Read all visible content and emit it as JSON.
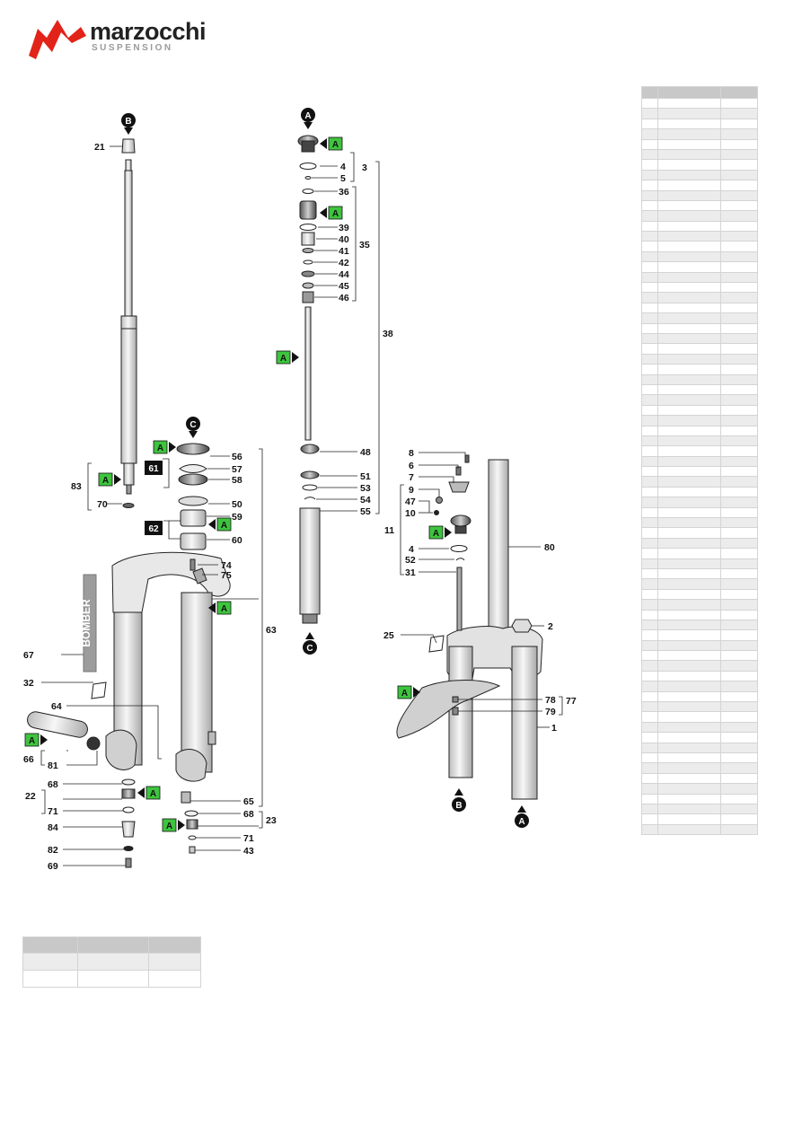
{
  "brand": {
    "name": "marzocchi",
    "subtitle": "SUSPENSION",
    "logo_color": "#e2231a"
  },
  "colors": {
    "badge_green": "#3ec43e",
    "badge_black": "#111111"
  },
  "markers": {
    "A": "A",
    "B": "B",
    "C": "C",
    "sub61": "61",
    "sub62": "62"
  },
  "labels": {
    "l1": "1",
    "l2": "2",
    "l3": "3",
    "l4a": "4",
    "l4b": "4",
    "l5": "5",
    "l6": "6",
    "l7": "7",
    "l8": "8",
    "l9": "9",
    "l10": "10",
    "l11": "11",
    "l21": "21",
    "l22": "22",
    "l23": "23",
    "l25": "25",
    "l31": "31",
    "l32": "32",
    "l35": "35",
    "l36": "36",
    "l38": "38",
    "l39": "39",
    "l40": "40",
    "l41": "41",
    "l42": "42",
    "l43": "43",
    "l44": "44",
    "l45": "45",
    "l46": "46",
    "l47": "47",
    "l48": "48",
    "l50": "50",
    "l51": "51",
    "l52": "52",
    "l53": "53",
    "l54": "54",
    "l55": "55",
    "l56": "56",
    "l57": "57",
    "l58": "58",
    "l59": "59",
    "l60": "60",
    "l63": "63",
    "l64": "64",
    "l65": "65",
    "l66": "66",
    "l67": "67",
    "l68a": "68",
    "l68b": "68",
    "l69": "69",
    "l70": "70",
    "l71a": "71",
    "l71b": "71",
    "l74": "74",
    "l75": "75",
    "l77": "77",
    "l78": "78",
    "l79": "79",
    "l80": "80",
    "l81": "81",
    "l82": "82",
    "l83": "83",
    "l84": "84"
  },
  "decal_text": "BOMBER",
  "parts_table": {
    "rows": 72
  },
  "spec_table": {
    "rows": 3
  }
}
